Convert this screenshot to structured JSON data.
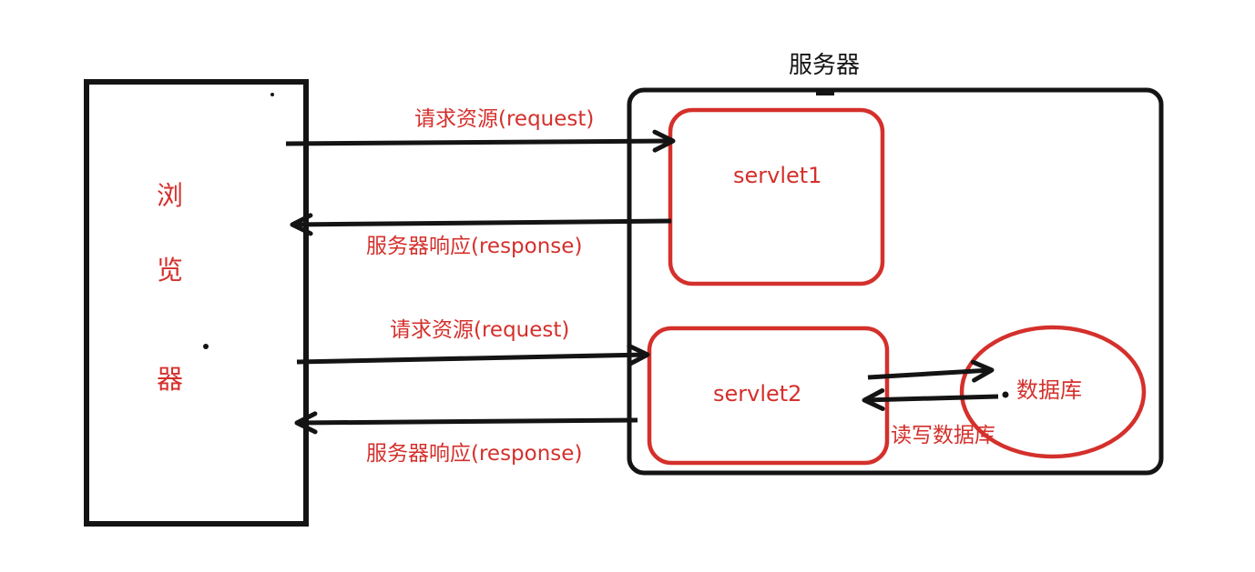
{
  "colors": {
    "ink": "#141414",
    "red": "#d4302c"
  },
  "server": {
    "title": "服务器"
  },
  "browser": {
    "char1": "浏",
    "char2": "览",
    "char3": "器"
  },
  "nodes": {
    "servlet1": "servlet1",
    "servlet2": "servlet2",
    "database": "数据库"
  },
  "labels": {
    "request1": "请求资源(request)",
    "response1": "服务器响应(response)",
    "request2": "请求资源(request)",
    "response2": "服务器响应(response)",
    "db_rw": "读写数据库"
  }
}
